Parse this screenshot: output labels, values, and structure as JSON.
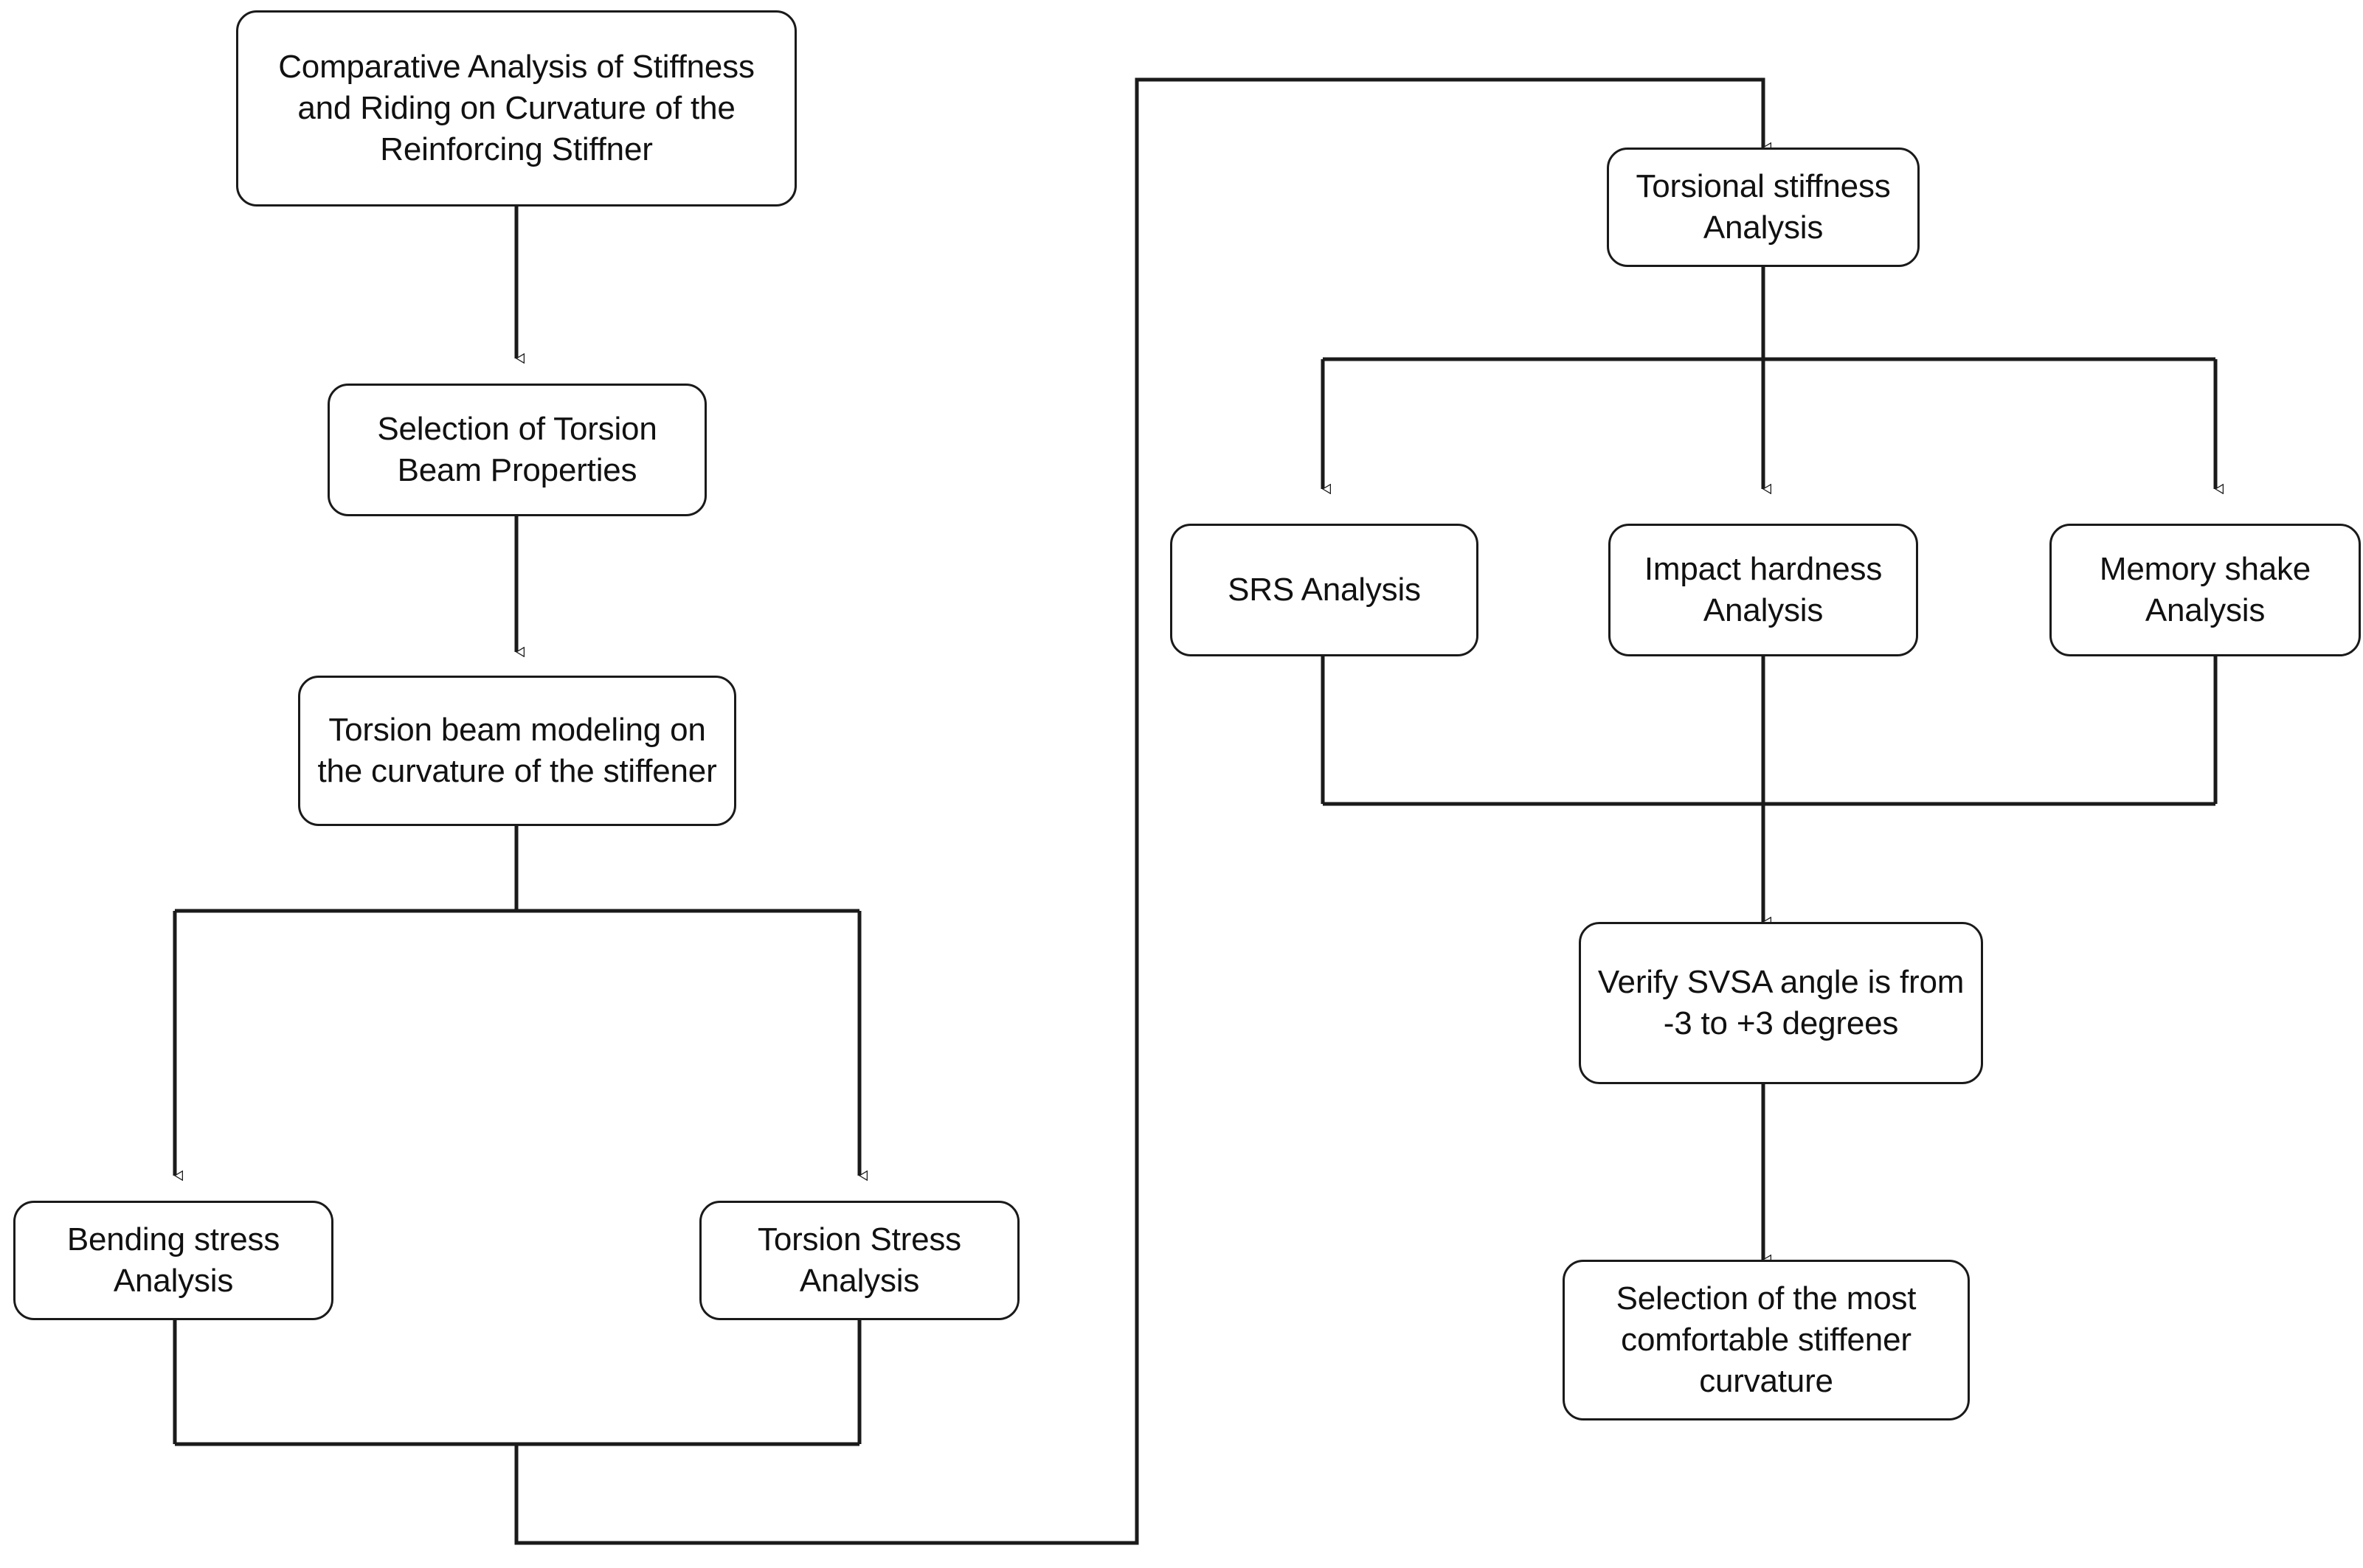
{
  "diagram": {
    "title": "Comparative Analysis of Stiffness and Riding on Curvature of the Reinforcing Stiffner Flowchart",
    "background_color": "#ffffff",
    "node_border_color": "#1a1a1a",
    "edge_color": "#1a1a1a",
    "text_color": "#111111",
    "arrowhead_style": "open-triangle-down"
  },
  "nodes": {
    "title_box": {
      "label": "Comparative Analysis of Stiffness and Riding on Curvature of the Reinforcing Stiffner"
    },
    "selection_properties": {
      "label": "Selection of Torsion Beam Properties"
    },
    "torsion_modeling": {
      "label": "Torsion beam modeling on the curvature of the stiffener"
    },
    "bending_stress": {
      "label": "Bending stress Analysis"
    },
    "torsion_stress": {
      "label": "Torsion Stress Analysis"
    },
    "torsional_stiffness": {
      "label": "Torsional stiffness Analysis"
    },
    "srs_analysis": {
      "label": "SRS Analysis"
    },
    "impact_hardness": {
      "label": "Impact hardness Analysis"
    },
    "memory_shake": {
      "label": "Memory shake Analysis"
    },
    "verify_svsa": {
      "label": "Verify SVSA angle is from -3 to +3 degrees"
    },
    "selection_curvature": {
      "label": "Selection of the most comfortable stiffener curvature"
    }
  },
  "flow": {
    "edges": [
      {
        "from": "title_box",
        "to": "selection_properties"
      },
      {
        "from": "selection_properties",
        "to": "torsion_modeling"
      },
      {
        "from": "torsion_modeling",
        "to": "bending_stress"
      },
      {
        "from": "torsion_modeling",
        "to": "torsion_stress"
      },
      {
        "from": "bending_stress",
        "to": "torsional_stiffness"
      },
      {
        "from": "torsion_stress",
        "to": "torsional_stiffness"
      },
      {
        "from": "torsional_stiffness",
        "to": "srs_analysis"
      },
      {
        "from": "torsional_stiffness",
        "to": "impact_hardness"
      },
      {
        "from": "torsional_stiffness",
        "to": "memory_shake"
      },
      {
        "from": "srs_analysis",
        "to": "verify_svsa"
      },
      {
        "from": "impact_hardness",
        "to": "verify_svsa"
      },
      {
        "from": "memory_shake",
        "to": "verify_svsa"
      },
      {
        "from": "verify_svsa",
        "to": "selection_curvature"
      }
    ]
  }
}
